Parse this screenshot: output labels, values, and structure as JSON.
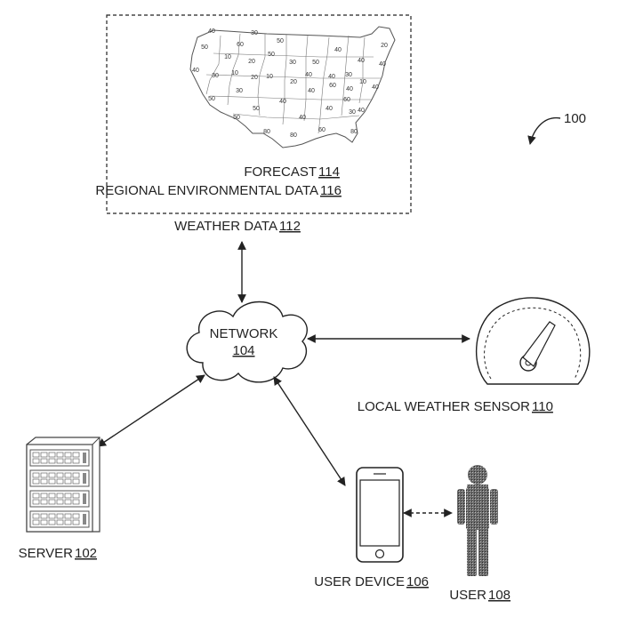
{
  "figure_ref": "100",
  "weather_data": {
    "box_label": "WEATHER DATA",
    "box_ref": "112",
    "forecast_label": "FORECAST",
    "forecast_ref": "114",
    "regional_label": "REGIONAL ENVIRONMENTAL DATA",
    "regional_ref": "116",
    "map_values": [
      "40",
      "30",
      "50",
      "60",
      "50",
      "40",
      "20",
      "10",
      "20",
      "50",
      "30",
      "50",
      "40",
      "40",
      "40",
      "30",
      "10",
      "20",
      "10",
      "20",
      "40",
      "40",
      "30",
      "10",
      "30",
      "40",
      "40",
      "60",
      "40",
      "40",
      "50",
      "60",
      "50",
      "40",
      "30",
      "50",
      "40",
      "40",
      "80",
      "60",
      "80",
      "80"
    ]
  },
  "network": {
    "label": "NETWORK",
    "ref": "104"
  },
  "server": {
    "label": "SERVER",
    "ref": "102"
  },
  "user_device": {
    "label": "USER DEVICE",
    "ref": "106"
  },
  "user": {
    "label": "USER",
    "ref": "108"
  },
  "sensor": {
    "label": "LOCAL WEATHER SENSOR",
    "ref": "110"
  }
}
